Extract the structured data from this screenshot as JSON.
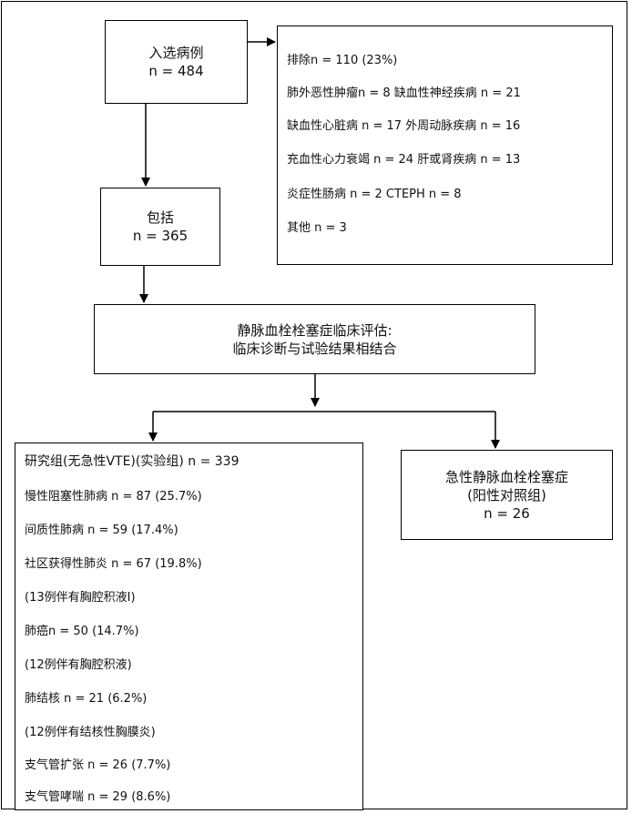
{
  "enrolled": {
    "title": "入选病例",
    "count": "n = 484"
  },
  "excluded": {
    "lines": [
      "排除n = 110 (23%)",
      "肺外恶性肿瘤n = 8  缺血性神经疾病  n = 21",
      "缺血性心脏病  n = 17  外周动脉疾病  n = 16",
      "充血性心力衰竭  n = 24  肝或肾疾病  n = 13",
      "炎症性肠病  n = 2   CTEPH  n = 8",
      "其他  n = 3"
    ]
  },
  "included": {
    "title": "包括",
    "count": "n = 365"
  },
  "assessment": {
    "line1": "静脉血栓栓塞症临床评估:",
    "line2": "临床诊断与试验结果相结合"
  },
  "study_group": {
    "lines": [
      "研究组(无急性VTE)(实验组)    n = 339",
      "慢性阻塞性肺病  n = 87 (25.7%)",
      "间质性肺病  n = 59  (17.4%)",
      "社区获得性肺炎  n = 67 (19.8%)",
      "(13例伴有胸腔积液I)",
      "肺癌n = 50 (14.7%)",
      "(12例伴有胸腔积液)",
      "肺结核  n = 21 (6.2%)",
      "(12例伴有结核性胸膜炎)",
      "支气管扩张  n = 26 (7.7%)",
      "支气管哮喘  n = 29 (8.6%)"
    ]
  },
  "control_group": {
    "line1": "急性静脉血栓栓塞症",
    "line2": "(阳性对照组)",
    "count": "n = 26"
  }
}
